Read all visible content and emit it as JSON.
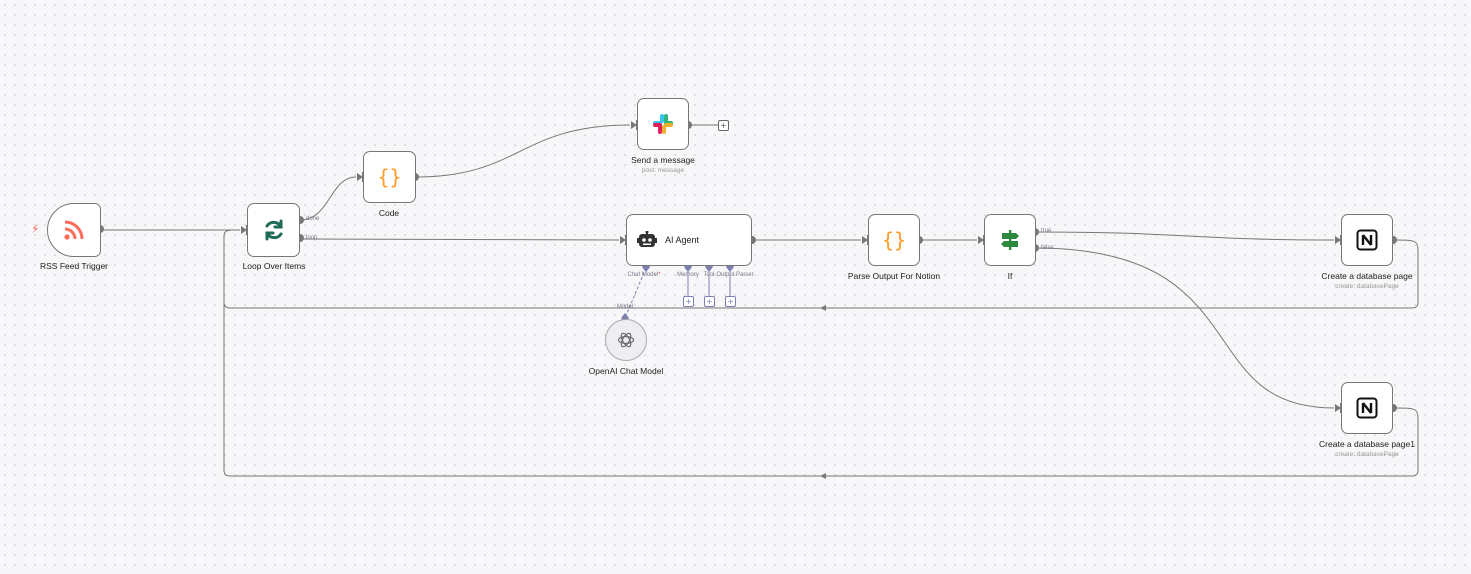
{
  "colors": {
    "wire": "#777777",
    "sub_wire": "#7d7fb0",
    "rss": "#ff6d5a",
    "loop": "#1e6b57",
    "code": "#ff9b26",
    "if": "#2d8a3e"
  },
  "nodes": {
    "rss": {
      "label": "RSS Feed Trigger",
      "icon": "rss-icon"
    },
    "loop": {
      "label": "Loop Over Items",
      "icon": "refresh-icon",
      "out_done": "done",
      "out_loop": "loop"
    },
    "code": {
      "label": "Code",
      "icon": "curly-braces-icon"
    },
    "slack": {
      "label": "Send a message",
      "sublabel": "post: message",
      "icon": "slack-icon"
    },
    "agent": {
      "label": "AI Agent",
      "icon": "robot-icon",
      "ports": [
        "Chat Model",
        "Memory",
        "Tool",
        "Output Parser"
      ],
      "required_mark": "*"
    },
    "parse": {
      "label": "Parse Output For Notion",
      "icon": "curly-braces-icon"
    },
    "if": {
      "label": "If",
      "icon": "signpost-icon",
      "out_true": "true",
      "out_false": "false"
    },
    "notion1": {
      "label": "Create a database page",
      "sublabel": "create: databasePage",
      "icon": "notion-icon"
    },
    "notion2": {
      "label": "Create a database page1",
      "sublabel": "create: databasePage",
      "icon": "notion-icon"
    },
    "openai": {
      "label": "OpenAI Chat Model",
      "port": "Model",
      "icon": "openai-icon"
    }
  },
  "add_symbol": "+"
}
